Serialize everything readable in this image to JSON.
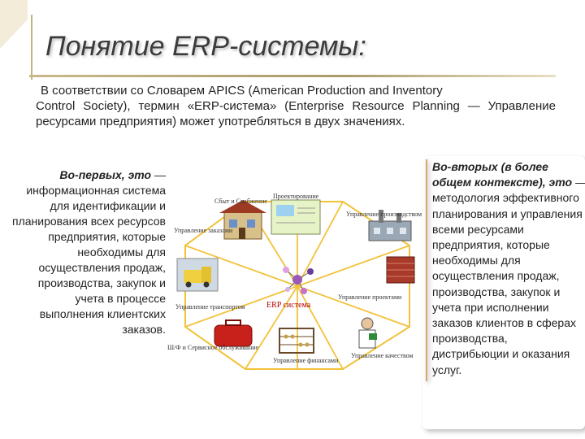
{
  "slide": {
    "title": "Понятие ERP-системы:",
    "intro": {
      "line1": "В соответствии со Словарем APICS (American Production and Inventory",
      "rest": "Control Society), термин «ERP-система» (Enterprise Resource Planning — Управление ресурсами предприятия) может употребляться в двух значениях."
    },
    "left": {
      "lead": "Во-первых, это",
      "text": " — информационная система для идентификации и планирования всех ресурсов предприятия, которые необходимы для осуществления продаж, производства, закупок и учета в процессе выполнения клиентских заказов."
    },
    "right": {
      "lead": "Во-вторых (в более общем контексте), это",
      "text": " — методология эффективного планирования и управления всеми ресурсами предприятия, которые необходимы для осуществления продаж, производства, закупок и учета при исполнении заказов клиентов в сферах производства, дистрибьюции и оказания услуг."
    },
    "diagram": {
      "center": "ERP система",
      "nodes": {
        "top_left": "Сбыт и Снабжение",
        "top_center": "Проектирование",
        "top_right": "Управление производством",
        "left_top": "Управление заказами",
        "right_mid": "Управление проектами",
        "left_bottom": "Управление транспортом",
        "bottom_left": "Ш/Ф и Сервисное обслуживание",
        "bottom_center": "Управление финансами",
        "bottom_right": "Управление качеством"
      }
    }
  }
}
